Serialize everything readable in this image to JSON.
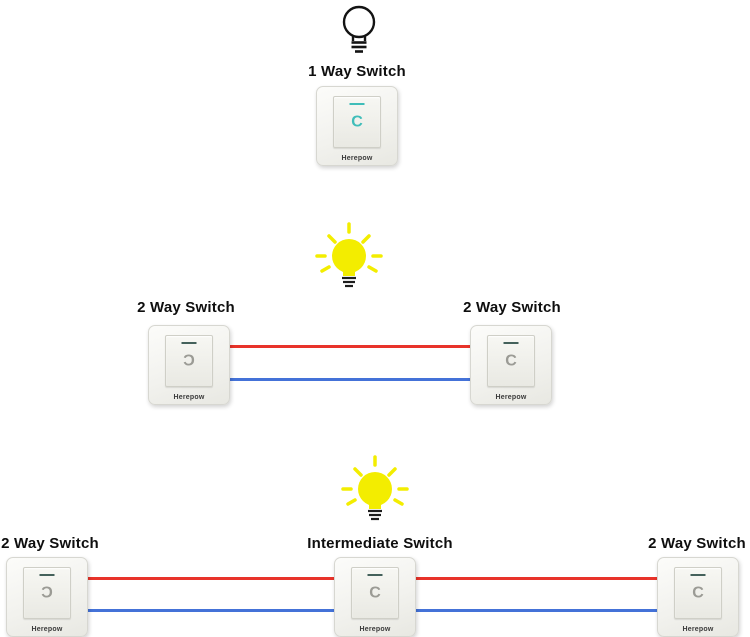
{
  "sections": {
    "one_way": {
      "bulb_state": "off",
      "switches": [
        {
          "label": "1 Way Switch",
          "glyph": "C",
          "mirrored": false,
          "brand": "Herepow",
          "accent": "#3fbdb9"
        }
      ]
    },
    "two_way": {
      "bulb_state": "on",
      "switches": [
        {
          "label": "2 Way Switch",
          "glyph": "C",
          "mirrored": true,
          "brand": "Herepow"
        },
        {
          "label": "2 Way Switch",
          "glyph": "C",
          "mirrored": false,
          "brand": "Herepow"
        }
      ]
    },
    "intermediate": {
      "bulb_state": "on",
      "switches": [
        {
          "label": "2 Way Switch",
          "glyph": "C",
          "mirrored": true,
          "brand": "Herepow"
        },
        {
          "label": "Intermediate Switch",
          "glyph": "C",
          "mirrored": false,
          "brand": "Herepow"
        },
        {
          "label": "2 Way Switch",
          "glyph": "C",
          "mirrored": false,
          "brand": "Herepow"
        }
      ]
    }
  },
  "icons": {
    "bulb_off": "outline light bulb (off)",
    "bulb_on": "glowing yellow light bulb with rays"
  },
  "colors": {
    "live_wire_red": "#e8332a",
    "neutral_wire_blue": "#4472d8",
    "bulb_on_yellow": "#f3ed00",
    "indicator_teal": "#3fbdb9"
  }
}
